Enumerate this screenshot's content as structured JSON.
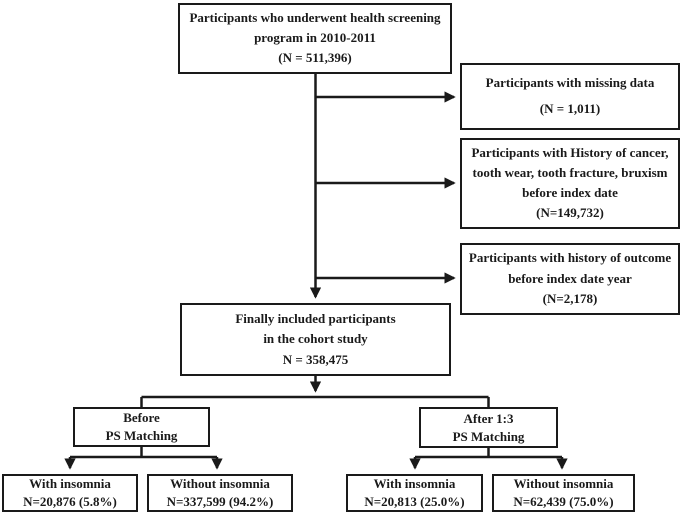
{
  "boxes": {
    "screening": {
      "lines": [
        "Participants who underwent health screening",
        "program in 2010-2011",
        "(N = 511,396)"
      ]
    },
    "missing_data": {
      "lines": [
        "Participants with missing data",
        "(N = 1,011)"
      ]
    },
    "history_exclusion": {
      "lines": [
        "Participants with History of cancer,",
        "tooth wear, tooth fracture, bruxism",
        "before index date",
        "(N=149,732)"
      ]
    },
    "outcome_exclusion": {
      "lines": [
        "Participants with history of outcome",
        "before index date year",
        "(N=2,178)"
      ]
    },
    "included": {
      "lines": [
        "Finally included participants",
        "in the cohort study",
        "N = 358,475"
      ]
    },
    "before_matching": {
      "lines": [
        "Before",
        "PS Matching"
      ]
    },
    "after_matching": {
      "lines": [
        "After 1:3",
        "PS Matching"
      ]
    },
    "before_with_insomnia": {
      "lines": [
        "With insomnia",
        "N=20,876 (5.8%)"
      ]
    },
    "before_without_insomnia": {
      "lines": [
        "Without insomnia",
        "N=337,599 (94.2%)"
      ]
    },
    "after_with_insomnia": {
      "lines": [
        "With insomnia",
        "N=20,813 (25.0%)"
      ]
    },
    "after_without_insomnia": {
      "lines": [
        "Without insomnia",
        "N=62,439 (75.0%)"
      ]
    }
  },
  "colors": {
    "line": "#1a1a1a",
    "background": "#ffffff",
    "text": "#1a1a1a"
  }
}
